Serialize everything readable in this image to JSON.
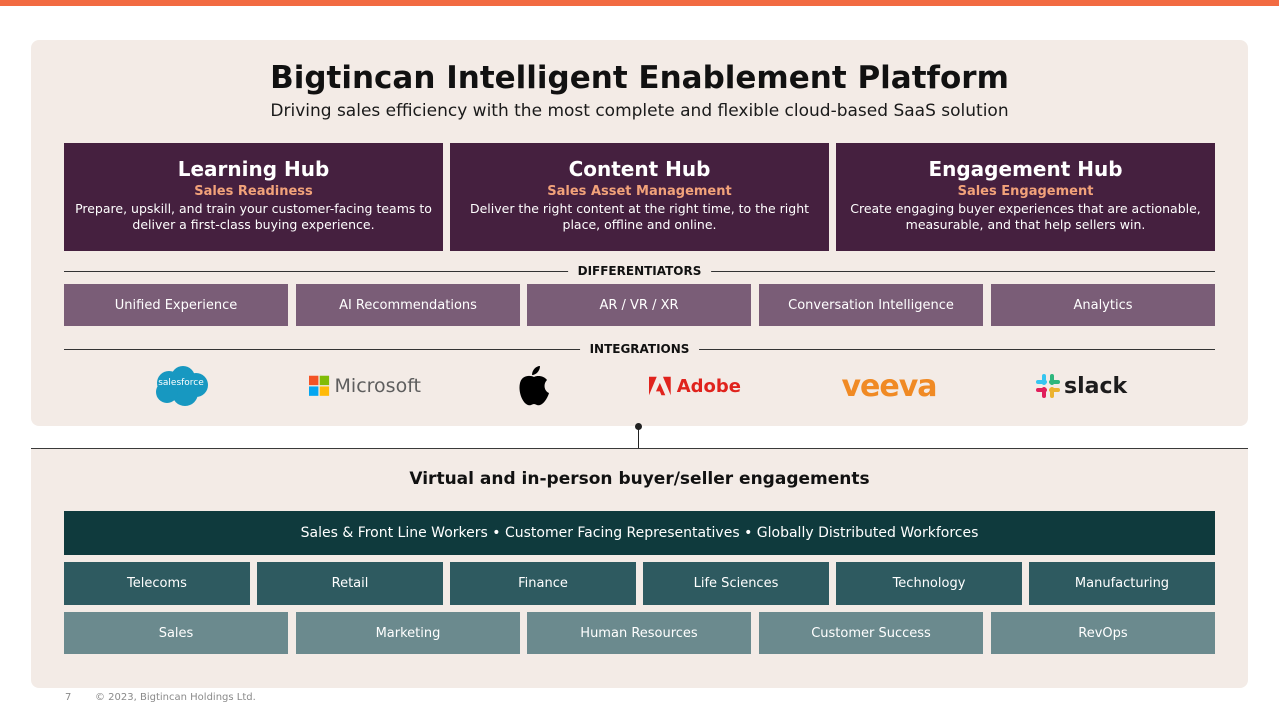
{
  "header": {
    "title": "Bigtincan Intelligent Enablement Platform",
    "subtitle": "Driving sales efficiency with the most complete and flexible cloud-based SaaS solution"
  },
  "hubs": [
    {
      "name": "Learning Hub",
      "sub": "Sales Readiness",
      "desc": "Prepare, upskill, and train your customer-facing teams to deliver a first-class buying experience."
    },
    {
      "name": "Content Hub",
      "sub": "Sales Asset Management",
      "desc": "Deliver the right content at the right time, to the right place, offline and online."
    },
    {
      "name": "Engagement Hub",
      "sub": "Sales Engagement",
      "desc": "Create engaging buyer experiences that are actionable, measurable, and that help sellers win."
    }
  ],
  "differentiators_label": "DIFFERENTIATORS",
  "differentiators": [
    "Unified Experience",
    "AI Recommendations",
    "AR / VR / XR",
    "Conversation Intelligence",
    "Analytics"
  ],
  "integrations_label": "INTEGRATIONS",
  "integrations": {
    "salesforce": "salesforce",
    "microsoft": "Microsoft",
    "adobe": "Adobe",
    "veeva": "veeva",
    "slack": "slack"
  },
  "engagement_title": "Virtual and in-person buyer/seller engagements",
  "workers": "Sales & Front Line Workers • Customer Facing Representatives • Globally Distributed Workforces",
  "industries": [
    "Telecoms",
    "Retail",
    "Finance",
    "Life Sciences",
    "Technology",
    "Manufacturing"
  ],
  "departments": [
    "Sales",
    "Marketing",
    "Human Resources",
    "Customer Success",
    "RevOps"
  ],
  "footer": {
    "page": "7",
    "copyright": "© 2023, Bigtincan Holdings Ltd."
  },
  "colors": {
    "accent": "#f26b42",
    "hub": "#45203f",
    "differentiator": "#7a5d77",
    "workers": "#0f3a3d",
    "industry": "#2e5a60",
    "department": "#6b8a8e",
    "panel": "#f3ebe6"
  }
}
